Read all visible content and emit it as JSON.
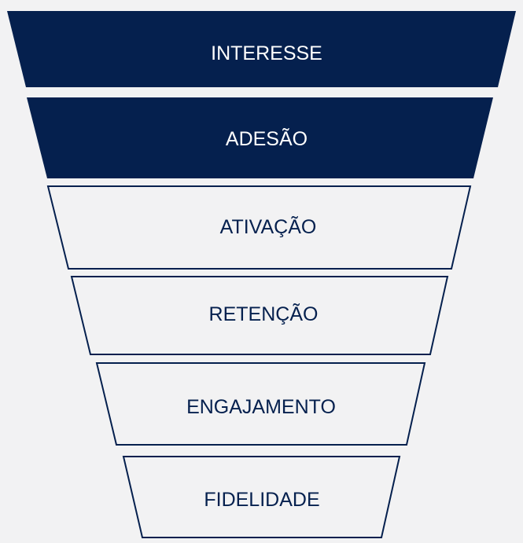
{
  "funnel": {
    "stages": [
      {
        "label": "INTERESSE",
        "style": "filled"
      },
      {
        "label": "ADESÃO",
        "style": "filled"
      },
      {
        "label": "ATIVAÇÃO",
        "style": "outline"
      },
      {
        "label": "RETENÇÃO",
        "style": "outline"
      },
      {
        "label": "ENGAJAMENTO",
        "style": "outline"
      },
      {
        "label": "FIDELIDADE",
        "style": "outline"
      }
    ]
  },
  "colors": {
    "background": "#f2f2f3",
    "filled": "#05204e",
    "filled_text": "#ffffff",
    "outline_stroke": "#05204e",
    "outline_fill": "#f2f2f3",
    "outline_text": "#05204e"
  }
}
